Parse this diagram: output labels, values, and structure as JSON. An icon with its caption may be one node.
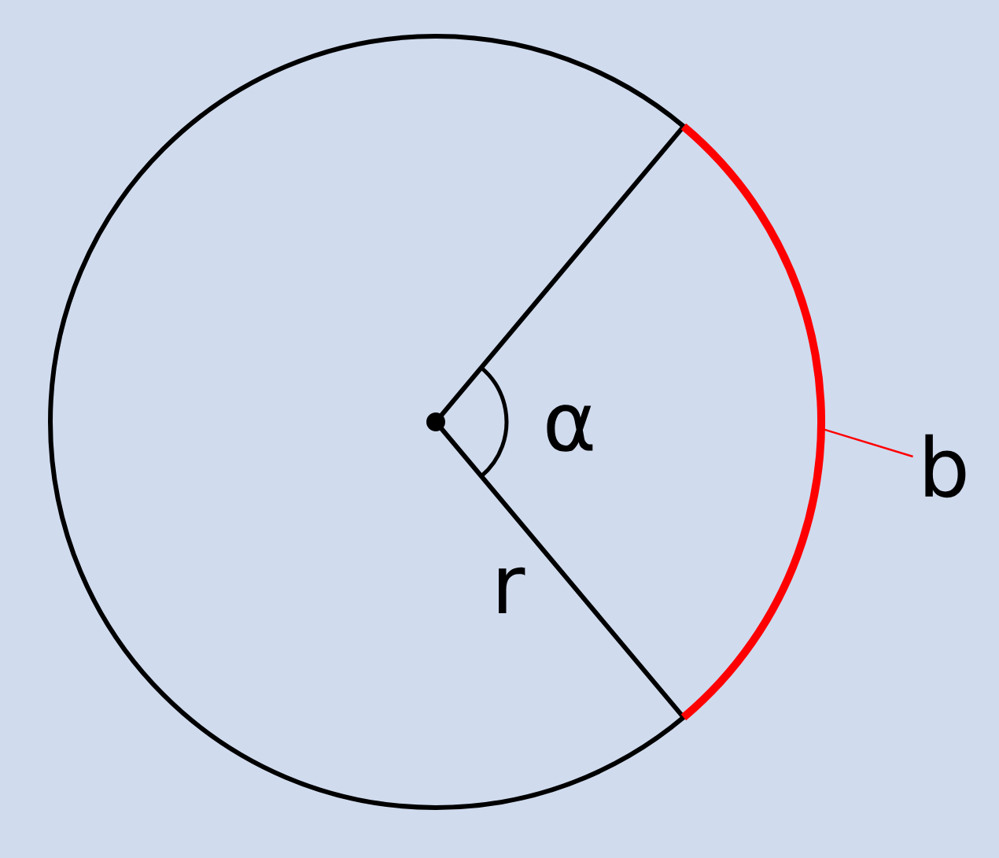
{
  "diagram": {
    "nodes": [
      {
        "text": [
          "b"
        ]
      },
      {
        "text": [],
        "shape": "arc"
      }
    ],
    "edges": [
      {
        "from": 0,
        "to": 1,
        "arrow": "none",
        "color": "#ff0000"
      }
    ],
    "labels": [
      "α",
      "r"
    ]
  }
}
